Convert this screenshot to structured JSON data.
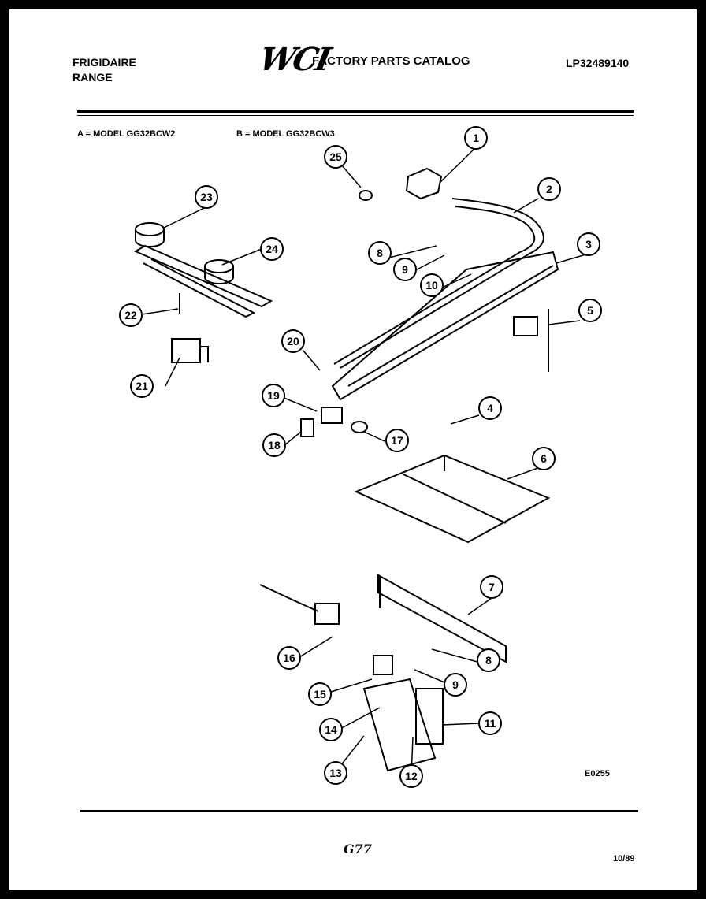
{
  "header": {
    "brand": "FRIGIDAIRE",
    "product": "RANGE",
    "logo": "WCI",
    "catalog_title": "FACTORY PARTS CATALOG",
    "part_number": "LP32489140"
  },
  "models": {
    "a": "A = MODEL GG32BCW2",
    "b": "B = MODEL GG32BCW3"
  },
  "callouts": [
    "1",
    "2",
    "3",
    "4",
    "5",
    "6",
    "7",
    "8",
    "9",
    "10",
    "11",
    "12",
    "13",
    "14",
    "15",
    "16",
    "17",
    "18",
    "19",
    "20",
    "21",
    "22",
    "23",
    "24",
    "25",
    "8",
    "9"
  ],
  "footer": {
    "drawing_code": "E0255",
    "page_code": "G77",
    "date": "10/89"
  }
}
